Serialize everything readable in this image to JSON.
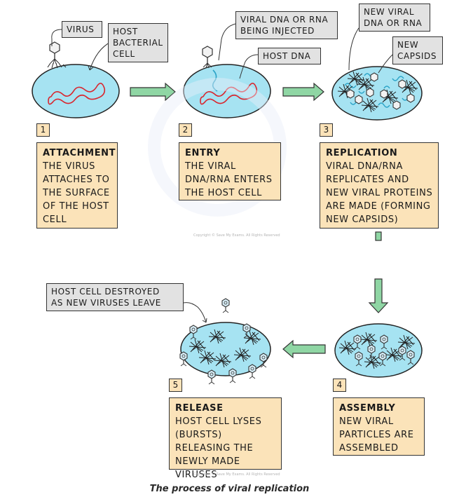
{
  "labels": {
    "virus": "VIRUS",
    "host_bacterial_cell": "HOST\nBACTERIAL\nCELL",
    "viral_dna_injected": "VIRAL DNA OR RNA\nBEING INJECTED",
    "host_dna": "HOST DNA",
    "new_viral_dna": "NEW VIRAL\nDNA OR RNA",
    "new_capsids": "NEW\nCAPSIDS",
    "host_cell_destroyed": "HOST CELL DESTROYED\nAS NEW VIRUSES LEAVE"
  },
  "steps": [
    {
      "number": "1",
      "title": "ATTACHMENT",
      "text": "THE VIRUS ATTACHES TO THE SURFACE OF THE HOST CELL"
    },
    {
      "number": "2",
      "title": "ENTRY",
      "text": "THE VIRAL DNA/RNA ENTERS THE HOST CELL"
    },
    {
      "number": "3",
      "title": "REPLICATION",
      "text": "VIRAL DNA/RNA REPLICATES AND NEW VIRAL PROTEINS ARE MADE (FORMING NEW CAPSIDS)"
    },
    {
      "number": "4",
      "title": "ASSEMBLY",
      "text": "NEW VIRAL PARTICLES ARE ASSEMBLED"
    },
    {
      "number": "5",
      "title": "RELEASE",
      "text": "HOST CELL LYSES (BURSTS) RELEASING THE NEWLY MADE VIRUSES"
    }
  ],
  "copyright": "Copyright © Save My Exams. All Rights Reserved",
  "caption": "The process of viral replication",
  "colors": {
    "cell_fill": "#a6e3f2",
    "step_box_fill": "#fbe3b9",
    "label_fill": "#e2e2e2",
    "arrow_fill": "#8fd6a4",
    "host_dna": "#d9262e",
    "viral_dna": "#2aa3c7"
  }
}
